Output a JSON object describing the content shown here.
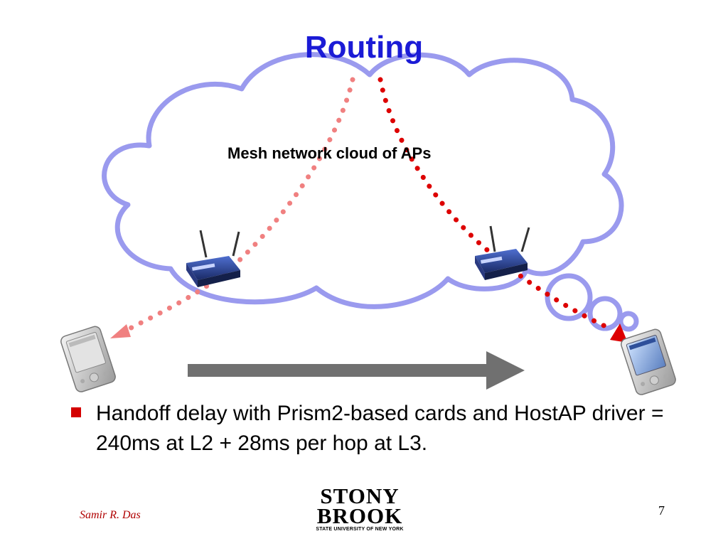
{
  "slide": {
    "title": "Routing",
    "cloud_label": "Mesh network cloud of APs",
    "bullet_text": "Handoff delay with Prism2-based cards and HostAP driver = 240ms at L2 + 28ms per hop at L3.",
    "author": "Samir R. Das",
    "page_number": "7"
  },
  "logo": {
    "line1": "STONY",
    "line2": "BROOK",
    "subtitle": "STATE UNIVERSITY OF NEW YORK"
  },
  "colors": {
    "title": "#1b1bd6",
    "cloud": "#9a9aee",
    "old_path": "#f08080",
    "new_path": "#dd0000",
    "arrow": "#707070",
    "bullet": "#d40000",
    "author": "#b00000"
  },
  "icons": [
    "wireless-router-icon",
    "pda-device-icon"
  ]
}
